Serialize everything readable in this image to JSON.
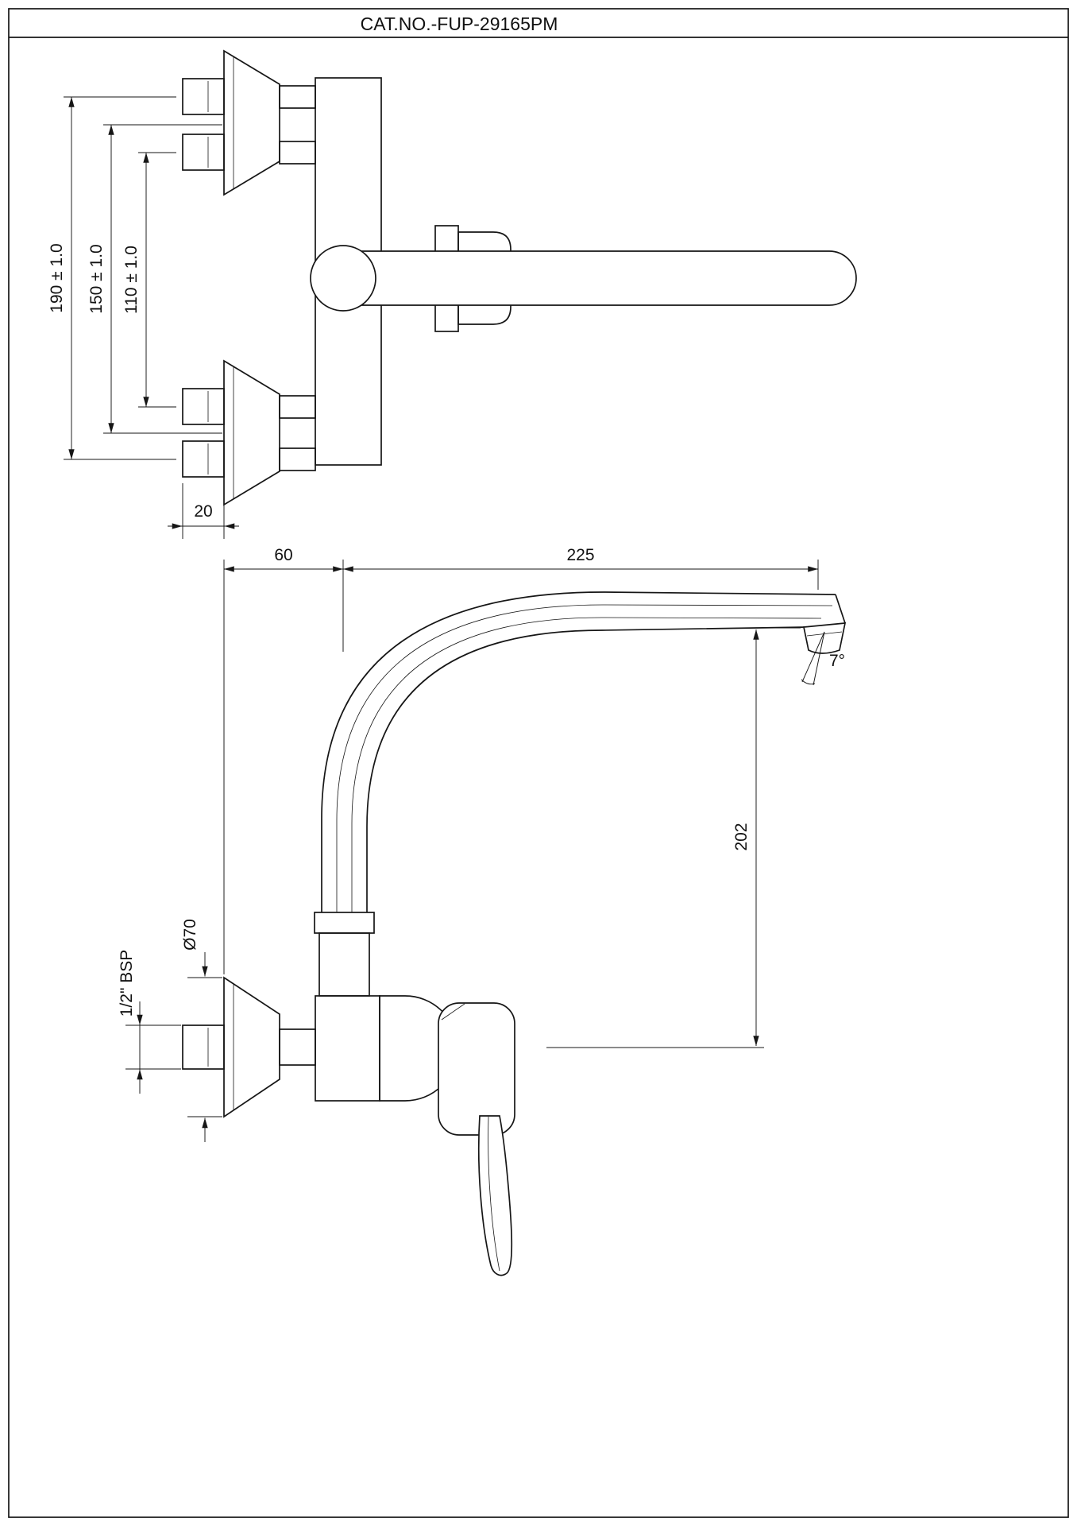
{
  "title_block": {
    "cat_no": "CAT.NO.-FUP-29165PM"
  },
  "top_view": {
    "dim_outer": "190 ± 1.0",
    "dim_mid": "150 ± 1.0",
    "dim_inner": "110 ± 1.0",
    "dim_nipple_len": "20"
  },
  "front_view": {
    "dim_wall_offset": "60",
    "dim_spout_reach": "225",
    "dim_tip_angle": "7°",
    "dim_outlet_height": "202",
    "dim_flange_dia": "Ø70",
    "dim_thread": "1/2\" BSP"
  },
  "drawing": {
    "line_color": "#161616",
    "background": "#ffffff"
  }
}
